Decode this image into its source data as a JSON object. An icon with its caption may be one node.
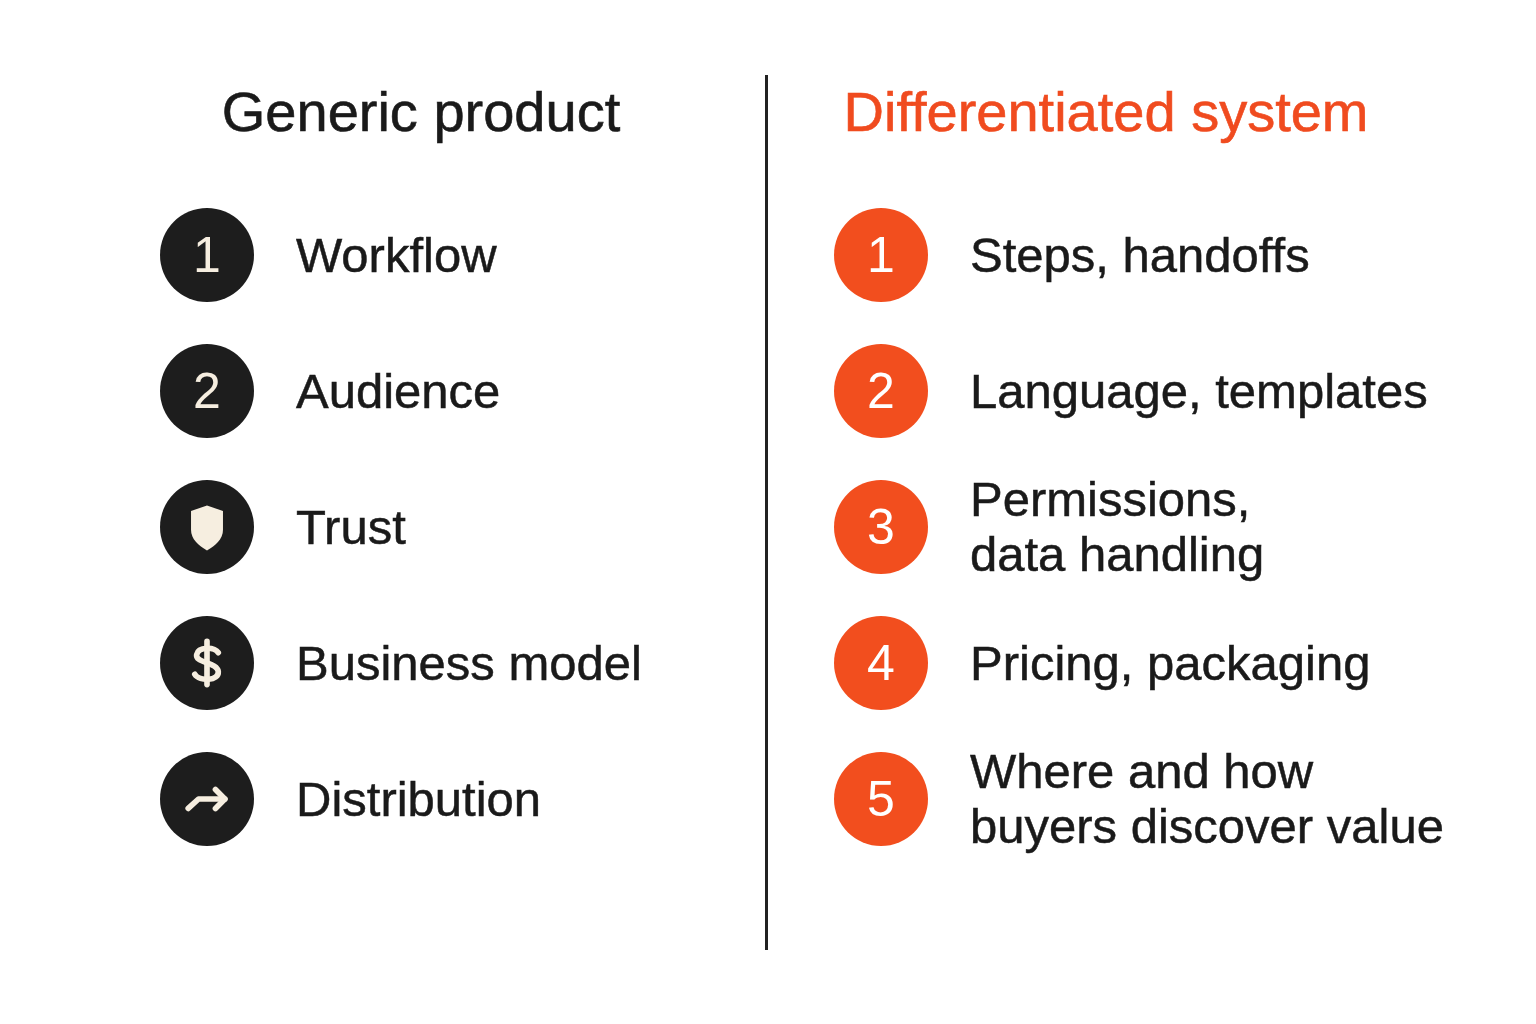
{
  "diagram": {
    "nodes": [
      {
        "text": [
          "1"
        ],
        "beside": [
          "Workflow"
        ]
      },
      {
        "text": [
          "2"
        ],
        "beside": [
          "Audience"
        ]
      },
      {
        "text": [],
        "shape": "circle",
        "beside": [
          "Trust"
        ]
      },
      {
        "text": [],
        "shape": "circle",
        "beside": [
          "Business model"
        ]
      },
      {
        "text": [],
        "shape": "circle",
        "beside": [
          "Distribution"
        ]
      },
      {
        "text": [
          "1"
        ],
        "beside": [
          "Steps, handoffs"
        ]
      },
      {
        "text": [
          "2"
        ],
        "beside": [
          "Language, templates"
        ]
      },
      {
        "text": [
          "3"
        ],
        "beside": [
          "Permissions, data handling"
        ]
      },
      {
        "text": [
          "4"
        ],
        "beside": [
          "Pricing, packaging"
        ]
      },
      {
        "text": [
          "5"
        ],
        "beside": [
          "Where and how buyers discover value"
        ]
      }
    ],
    "labels": [
      "Generic product",
      "Differentiated system"
    ]
  }
}
